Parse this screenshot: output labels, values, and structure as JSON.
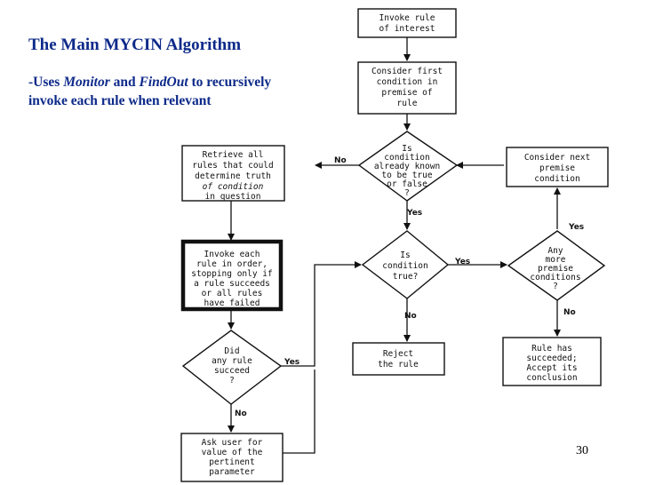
{
  "slide": {
    "title": "The Main MYCIN Algorithm",
    "subtitle_dash": "-",
    "subtitle_uses": "Uses ",
    "subtitle_monitor": "Monitor",
    "subtitle_and": " and ",
    "subtitle_findout": "FindOut",
    "subtitle_rest": " to recursively invoke each rule when relevant",
    "page_number": "30"
  },
  "flowchart": {
    "invoke_rule": [
      "Invoke rule",
      "of interest"
    ],
    "consider_first": [
      "Consider first",
      "condition in",
      "premise of",
      "rule"
    ],
    "already_known": [
      "Is",
      "condition",
      "already known",
      "to be true",
      "or false",
      "?"
    ],
    "consider_next": [
      "Consider next",
      "premise",
      "condition"
    ],
    "retrieve_rules": [
      "Retrieve all",
      "rules that could",
      "determine truth",
      "of condition",
      "in question"
    ],
    "invoke_each": [
      "Invoke each",
      "rule in order,",
      "stopping only if",
      "a rule succeeds",
      "or all rules",
      "have failed"
    ],
    "condition_true": [
      "Is",
      "condition",
      "true?"
    ],
    "any_more": [
      "Any",
      "more",
      "premise",
      "conditions",
      "?"
    ],
    "did_any_succeed": [
      "Did",
      "any rule",
      "succeed",
      "?"
    ],
    "reject_rule": [
      "Reject",
      "the rule"
    ],
    "rule_succeeded": [
      "Rule has",
      "succeeded;",
      "Accept its",
      "conclusion"
    ],
    "ask_user": [
      "Ask user for",
      "value of the",
      "pertinent",
      "parameter"
    ],
    "labels": {
      "no_known": "No",
      "yes_known": "Yes",
      "yes_true": "Yes",
      "no_true": "No",
      "yes_more": "Yes",
      "no_more": "No",
      "yes_did": "Yes",
      "no_did": "No"
    }
  }
}
